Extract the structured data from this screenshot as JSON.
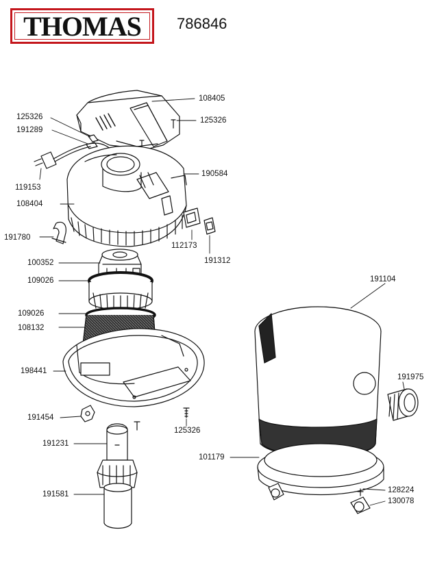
{
  "brand": {
    "logo_text": "THOMAS",
    "model_number": "786846"
  },
  "colors": {
    "brand_red": "#c4161c",
    "line": "#111111"
  },
  "parts": [
    {
      "id": "p108405",
      "number": "108405"
    },
    {
      "id": "p125326a",
      "number": "125326"
    },
    {
      "id": "p125326b",
      "number": "125326"
    },
    {
      "id": "p191289",
      "number": "191289"
    },
    {
      "id": "p119153",
      "number": "119153"
    },
    {
      "id": "p190584",
      "number": "190584"
    },
    {
      "id": "p108404",
      "number": "108404"
    },
    {
      "id": "p191780",
      "number": "191780"
    },
    {
      "id": "p112173",
      "number": "112173"
    },
    {
      "id": "p191312",
      "number": "191312"
    },
    {
      "id": "p100352",
      "number": "100352"
    },
    {
      "id": "p109026a",
      "number": "109026"
    },
    {
      "id": "p109026b",
      "number": "109026"
    },
    {
      "id": "p108132",
      "number": "108132"
    },
    {
      "id": "p198441",
      "number": "198441"
    },
    {
      "id": "p191454",
      "number": "191454"
    },
    {
      "id": "p125326c",
      "number": "125326"
    },
    {
      "id": "p191231",
      "number": "191231"
    },
    {
      "id": "p191581",
      "number": "191581"
    },
    {
      "id": "p191104",
      "number": "191104"
    },
    {
      "id": "p191975",
      "number": "191975"
    },
    {
      "id": "p101179",
      "number": "101179"
    },
    {
      "id": "p128224",
      "number": "128224"
    },
    {
      "id": "p130078",
      "number": "130078"
    }
  ]
}
